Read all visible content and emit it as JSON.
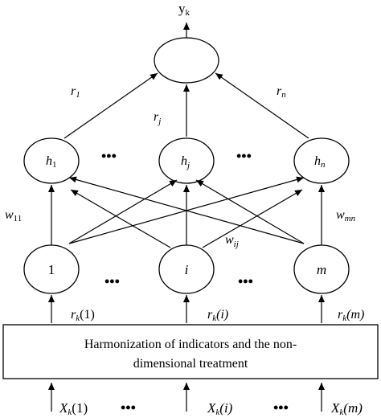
{
  "output": {
    "label": "y",
    "subscript": "k"
  },
  "hidden_layer": {
    "nodes": [
      {
        "main": "h",
        "sub": "1"
      },
      {
        "main": "h",
        "sub": "j"
      },
      {
        "main": "h",
        "sub": "n"
      }
    ],
    "ellipsis": "•••"
  },
  "input_layer": {
    "nodes": [
      "1",
      "i",
      "m"
    ],
    "ellipsis": "•••"
  },
  "output_weights": [
    {
      "main": "r",
      "sub": "1"
    },
    {
      "main": "r",
      "sub": "j"
    },
    {
      "main": "r",
      "sub": "n"
    }
  ],
  "hidden_weights": [
    {
      "main": "w",
      "sub": "11"
    },
    {
      "main": "w",
      "sub": "ij"
    },
    {
      "main": "w",
      "sub": "mn"
    }
  ],
  "input_signals": [
    {
      "main": "r",
      "sub": "k",
      "arg": "(1)"
    },
    {
      "main": "r",
      "sub": "k",
      "arg": "(i)"
    },
    {
      "main": "r",
      "sub": "k",
      "arg": "(m)"
    }
  ],
  "harmonization_box": {
    "line1": "Harmonization of indicators and the non-",
    "line2": "dimensional treatment"
  },
  "raw_inputs": [
    {
      "main": "X",
      "sub": "k",
      "arg": "(1)"
    },
    {
      "main": "X",
      "sub": "k",
      "arg": "(i)"
    },
    {
      "main": "X",
      "sub": "k",
      "arg": "(m)"
    }
  ],
  "raw_ellipsis": "•••"
}
